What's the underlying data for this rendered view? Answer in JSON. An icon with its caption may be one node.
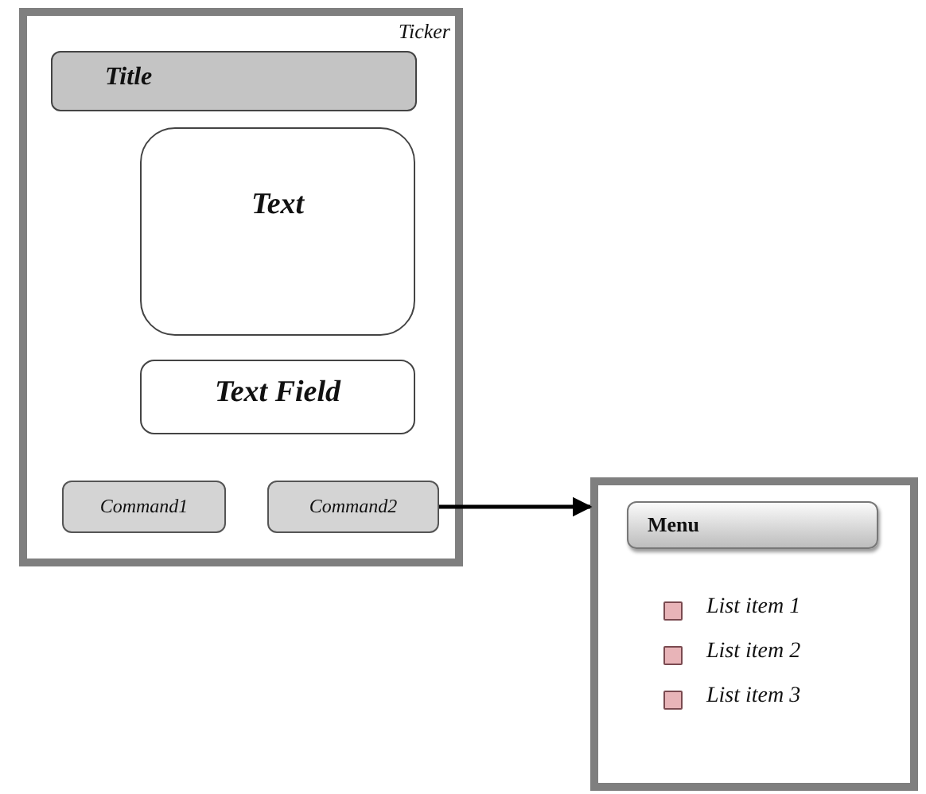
{
  "diagram": {
    "nodes": [
      {
        "text": [
          "Ticker"
        ]
      },
      {
        "text": [
          "Title"
        ],
        "in": 0
      },
      {
        "text": [
          "Text"
        ],
        "in": 0
      },
      {
        "text": [
          "Text Field"
        ],
        "in": 0
      },
      {
        "text": [
          "Command1"
        ],
        "in": 0
      },
      {
        "text": [
          "Command2"
        ],
        "in": 0
      },
      {
        "text": [
          "List item 1",
          "List item 2",
          "List item 3"
        ]
      },
      {
        "text": [
          "Menu"
        ],
        "in": 6
      }
    ],
    "edges": [
      {
        "from": 5,
        "to": 6,
        "arrow": "to"
      }
    ]
  }
}
